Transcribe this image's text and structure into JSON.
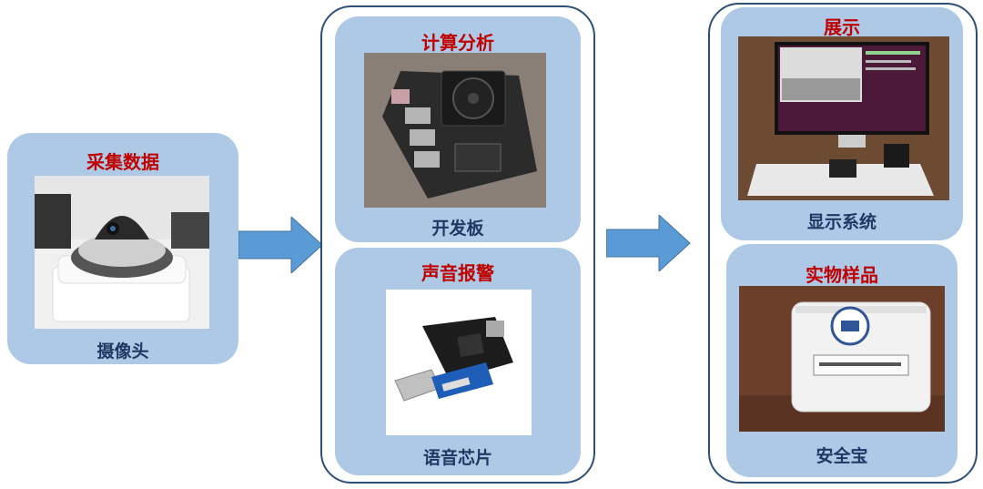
{
  "stages": {
    "capture": {
      "title": "采集数据",
      "caption": "摄像头"
    },
    "compute": {
      "title": "计算分析",
      "caption": "开发板"
    },
    "alarm": {
      "title": "声音报警",
      "caption": "语音芯片"
    },
    "display": {
      "title": "展示",
      "caption": "显示系统"
    },
    "sample": {
      "title": "实物样品",
      "caption": "安全宝"
    }
  },
  "colors": {
    "card_fill": "#adc9e6",
    "outline": "#2e4f78",
    "arrow": "#5b9bd5",
    "title_red": "#c00000",
    "caption_blue": "#1f3864"
  }
}
